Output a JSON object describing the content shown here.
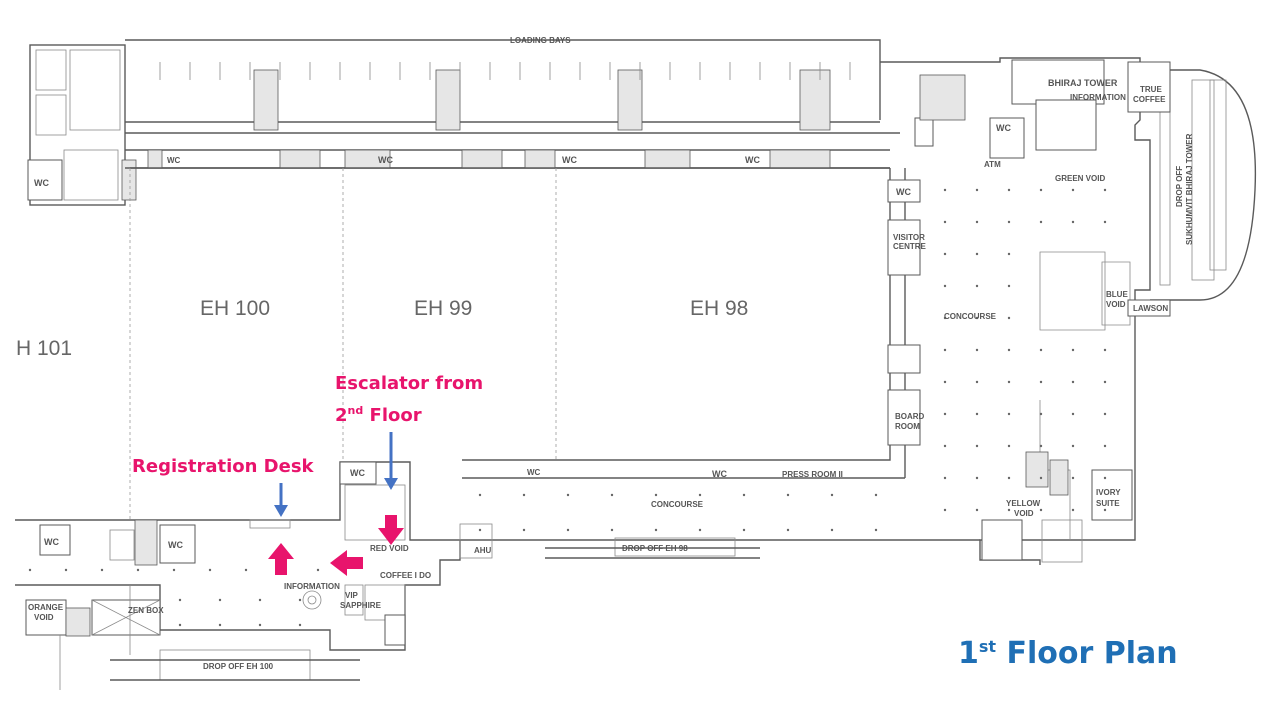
{
  "map": {
    "title": {
      "prefix": "1",
      "ordinal": "st",
      "suffix": " Floor Plan"
    },
    "callouts": {
      "escalator": {
        "line1": "Escalator from",
        "line2_prefix": "2",
        "line2_ordinal": "nd",
        "line2_suffix": " Floor"
      },
      "registration": "Registration Desk"
    },
    "halls": {
      "eh100": "EH 100",
      "eh99": "EH 99",
      "eh98": "EH 98",
      "eh101": "H 101"
    },
    "labels": {
      "loading_bays": "LOADING BAYS",
      "bhiraj_tower": "BHIRAJ TOWER",
      "information_top": "INFORMATION",
      "true_coffee": [
        "TRUE",
        "COFFEE"
      ],
      "atm": "ATM",
      "green_void": "GREEN VOID",
      "drop_off_sukhumvit": [
        "DROP OFF",
        "SUKHUMVIT BHIRAJ TOWER"
      ],
      "visitor_centre": [
        "VISITOR",
        "CENTRE"
      ],
      "concourse_right": "CONCOURSE",
      "blue_void": [
        "BLUE",
        "VOID"
      ],
      "lawson": "LAWSON",
      "board_room": [
        "BOARD",
        "ROOM"
      ],
      "press_room": "PRESS ROOM II",
      "concourse_bottom": "CONCOURSE",
      "yellow_void": [
        "YELLOW",
        "VOID"
      ],
      "ivory_suite": [
        "IVORY",
        "SUITE"
      ],
      "drop_off_eh98": "DROP OFF EH 98",
      "red_void": "RED VOID",
      "ahu": "AHU",
      "coffee_ido": "COFFEE I DO",
      "information_bottom": "INFORMATION",
      "vip": "VIP",
      "sapphire": "SAPPHIRE",
      "orange_void": [
        "ORANGE",
        "VOID"
      ],
      "zen_box": "ZEN BOX",
      "drop_off_eh100": "DROP OFF EH 100",
      "wc": "WC"
    }
  },
  "colors": {
    "accent_pink": "#e8146c",
    "arrow_blue": "#4472c4",
    "title_blue": "#1f6fb5",
    "wall": "#5a5a5a"
  }
}
